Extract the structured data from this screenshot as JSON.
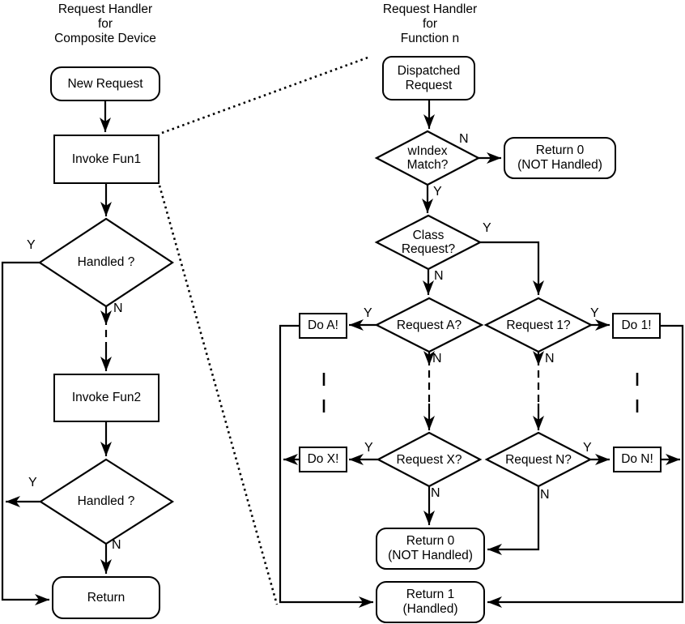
{
  "diagram": {
    "left": {
      "title": "Request Handler\nfor\nComposite Device",
      "nodes": {
        "new_request": "New Request",
        "invoke_fun1": "Invoke Fun1",
        "handled_1": "Handled ?",
        "invoke_fun2": "Invoke Fun2",
        "handled_2": "Handled ?",
        "return_end": "Return"
      }
    },
    "right": {
      "title": "Request Handler\nfor\nFunction n",
      "nodes": {
        "dispatched_request": "Dispatched\nRequest",
        "windex_match": "wIndex\nMatch?",
        "return0_top": "Return 0\n(NOT Handled)",
        "class_request": "Class\nRequest?",
        "request_a": "Request A?",
        "request_1": "Request 1?",
        "do_a": "Do A!",
        "do_1": "Do 1!",
        "request_x": "Request X?",
        "request_n": "Request N?",
        "do_x": "Do X!",
        "do_n": "Do N!",
        "return0_bottom": "Return 0\n(NOT Handled)",
        "return1": "Return 1\n(Handled)"
      }
    },
    "edge_labels": {
      "yes": "Y",
      "no": "N"
    },
    "colors": {
      "line": "#000000",
      "background": "#ffffff",
      "text": "#000000"
    }
  }
}
